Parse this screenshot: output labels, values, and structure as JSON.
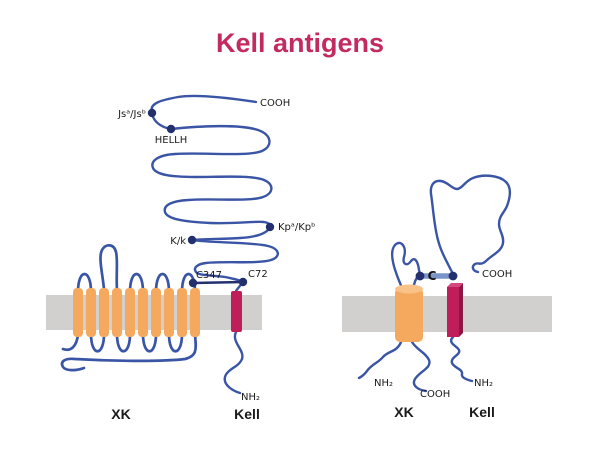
{
  "title": {
    "text": "Kell antigens",
    "color": "#c22a60"
  },
  "colors": {
    "chain_blue": "#3a55a5",
    "dot_navy": "#22306e",
    "helix_orange": "#f5a95f",
    "helix_orange_top": "#f9c289",
    "kell_crimson": "#bf1e5b",
    "kell_crimson_dark": "#8e1646",
    "membrane_gray": "#d1d0cf",
    "bond_steelblue": "#7c95c8"
  },
  "left_diagram": {
    "protein_xk_label": "XK",
    "protein_kell_label": "Kell",
    "labels": {
      "cooh": "COOH",
      "js": "Jsᵃ/Jsᵇ",
      "hellh": "HELLH",
      "kp": "Kpᵃ/Kpᵇ",
      "kk": "K/k",
      "c347": "C347",
      "c72": "C72",
      "nh2": "NH₂"
    }
  },
  "right_diagram": {
    "protein_xk_label": "XK",
    "protein_kell_label": "Kell",
    "labels": {
      "c_bond": "C",
      "cooh_kell": "COOH",
      "nh2_xk": "NH₂",
      "cooh_xk": "COOH",
      "nh2_kell": "NH₂"
    }
  }
}
